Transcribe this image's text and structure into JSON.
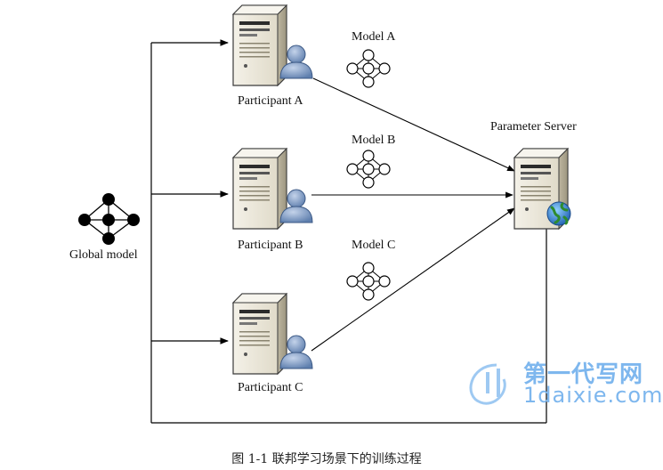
{
  "labels": {
    "participant_a": "Participant A",
    "participant_b": "Participant B",
    "participant_c": "Participant C",
    "model_a": "Model A",
    "model_b": "Model B",
    "model_c": "Model C",
    "parameter_server": "Parameter Server",
    "global_model": "Global model"
  },
  "caption": "图 1-1  联邦学习场景下的训练过程",
  "watermark": {
    "chinese": "第一代写网",
    "domain": "1daixie.com"
  },
  "icons": {
    "server": "server-icon",
    "user": "user-icon",
    "globe": "globe-icon",
    "neural_network": "neural-network-icon"
  },
  "colors": {
    "server_body": "#e9e4d6",
    "user_blue": "#8aa5c9",
    "watermark": "#7eb7ee"
  }
}
